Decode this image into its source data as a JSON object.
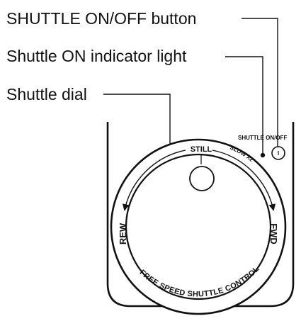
{
  "callouts": {
    "shuttle_on_off_button": "SHUTTLE ON/OFF button",
    "shuttle_on_indicator": "Shuttle ON indicator light",
    "shuttle_dial": "Shuttle dial"
  },
  "panel": {
    "button_label": "SHUTTLE ON/OFF",
    "button_symbol": "I"
  },
  "dial": {
    "still": "STILL",
    "slow": "SLOW X2",
    "rew": "REW",
    "fwd": "FWD",
    "ring_text": "FREE SPEED SHUTTLE CONTROL"
  },
  "colors": {
    "ink": "#111111",
    "background": "#ffffff"
  }
}
